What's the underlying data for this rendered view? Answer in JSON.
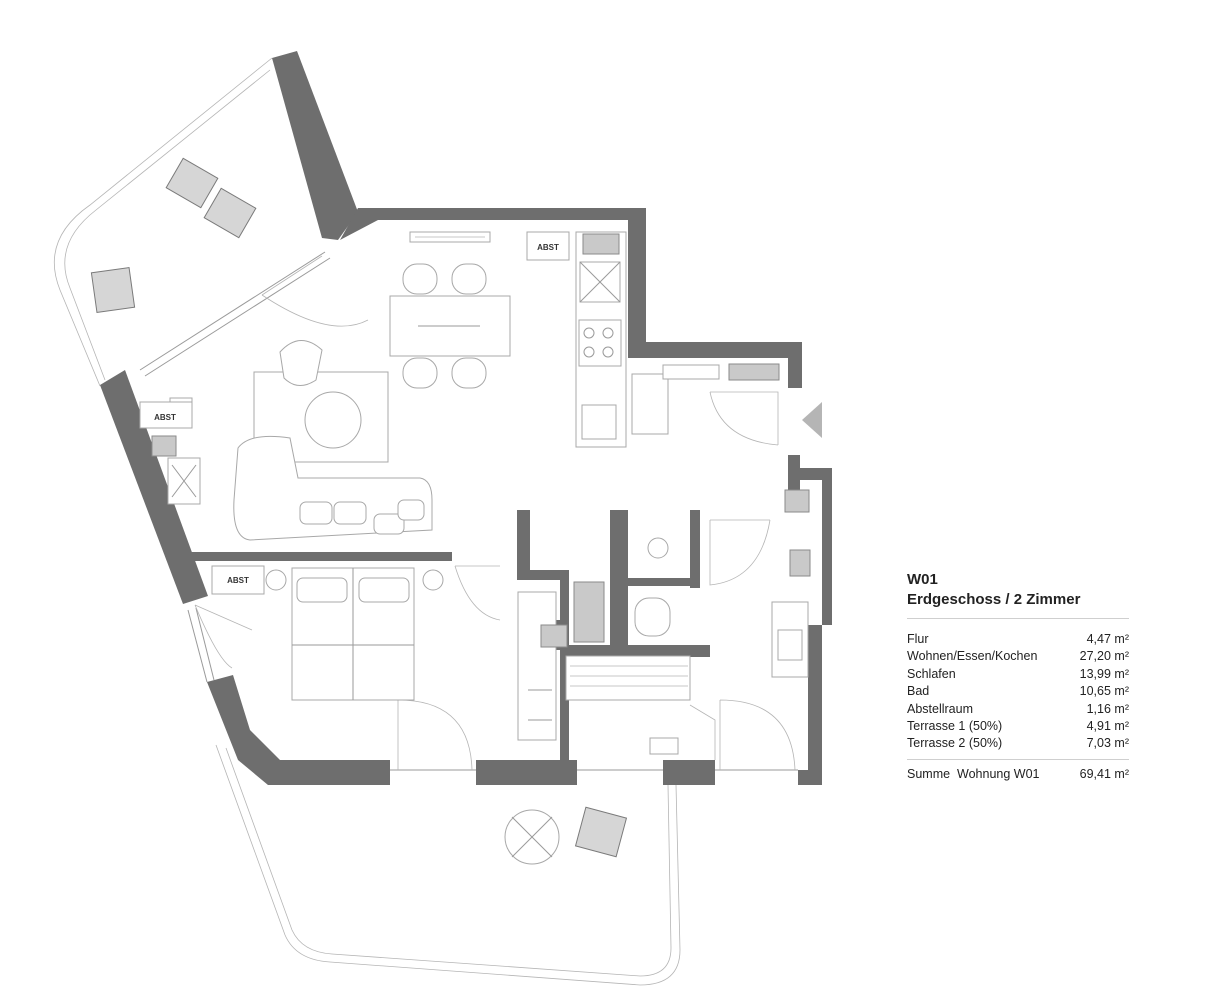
{
  "plan_labels": {
    "kitchen_storage": "ABST",
    "living_storage": "ABST",
    "bedroom_storage": "ABST"
  },
  "legend": {
    "unit": "W01",
    "subtitle": "Erdgeschoss / 2 Zimmer",
    "rooms": [
      {
        "name": "Flur",
        "area": "4,47 m²"
      },
      {
        "name": "Wohnen/Essen/Kochen",
        "area": "27,20 m²"
      },
      {
        "name": "Schlafen",
        "area": "13,99 m²"
      },
      {
        "name": "Bad",
        "area": "10,65 m²"
      },
      {
        "name": "Abstellraum",
        "area": "1,16 m²"
      },
      {
        "name": "Terrasse 1 (50%)",
        "area": "4,91 m²"
      },
      {
        "name": "Terrasse 2 (50%)",
        "area": "7,03 m²"
      }
    ],
    "total_label": "Summe  Wohnung W01",
    "total_area": "69,41 m²"
  },
  "colors": {
    "wall": "#6e6e6e",
    "fixture": "#c9c9c9",
    "line": "#9a9a9a"
  }
}
